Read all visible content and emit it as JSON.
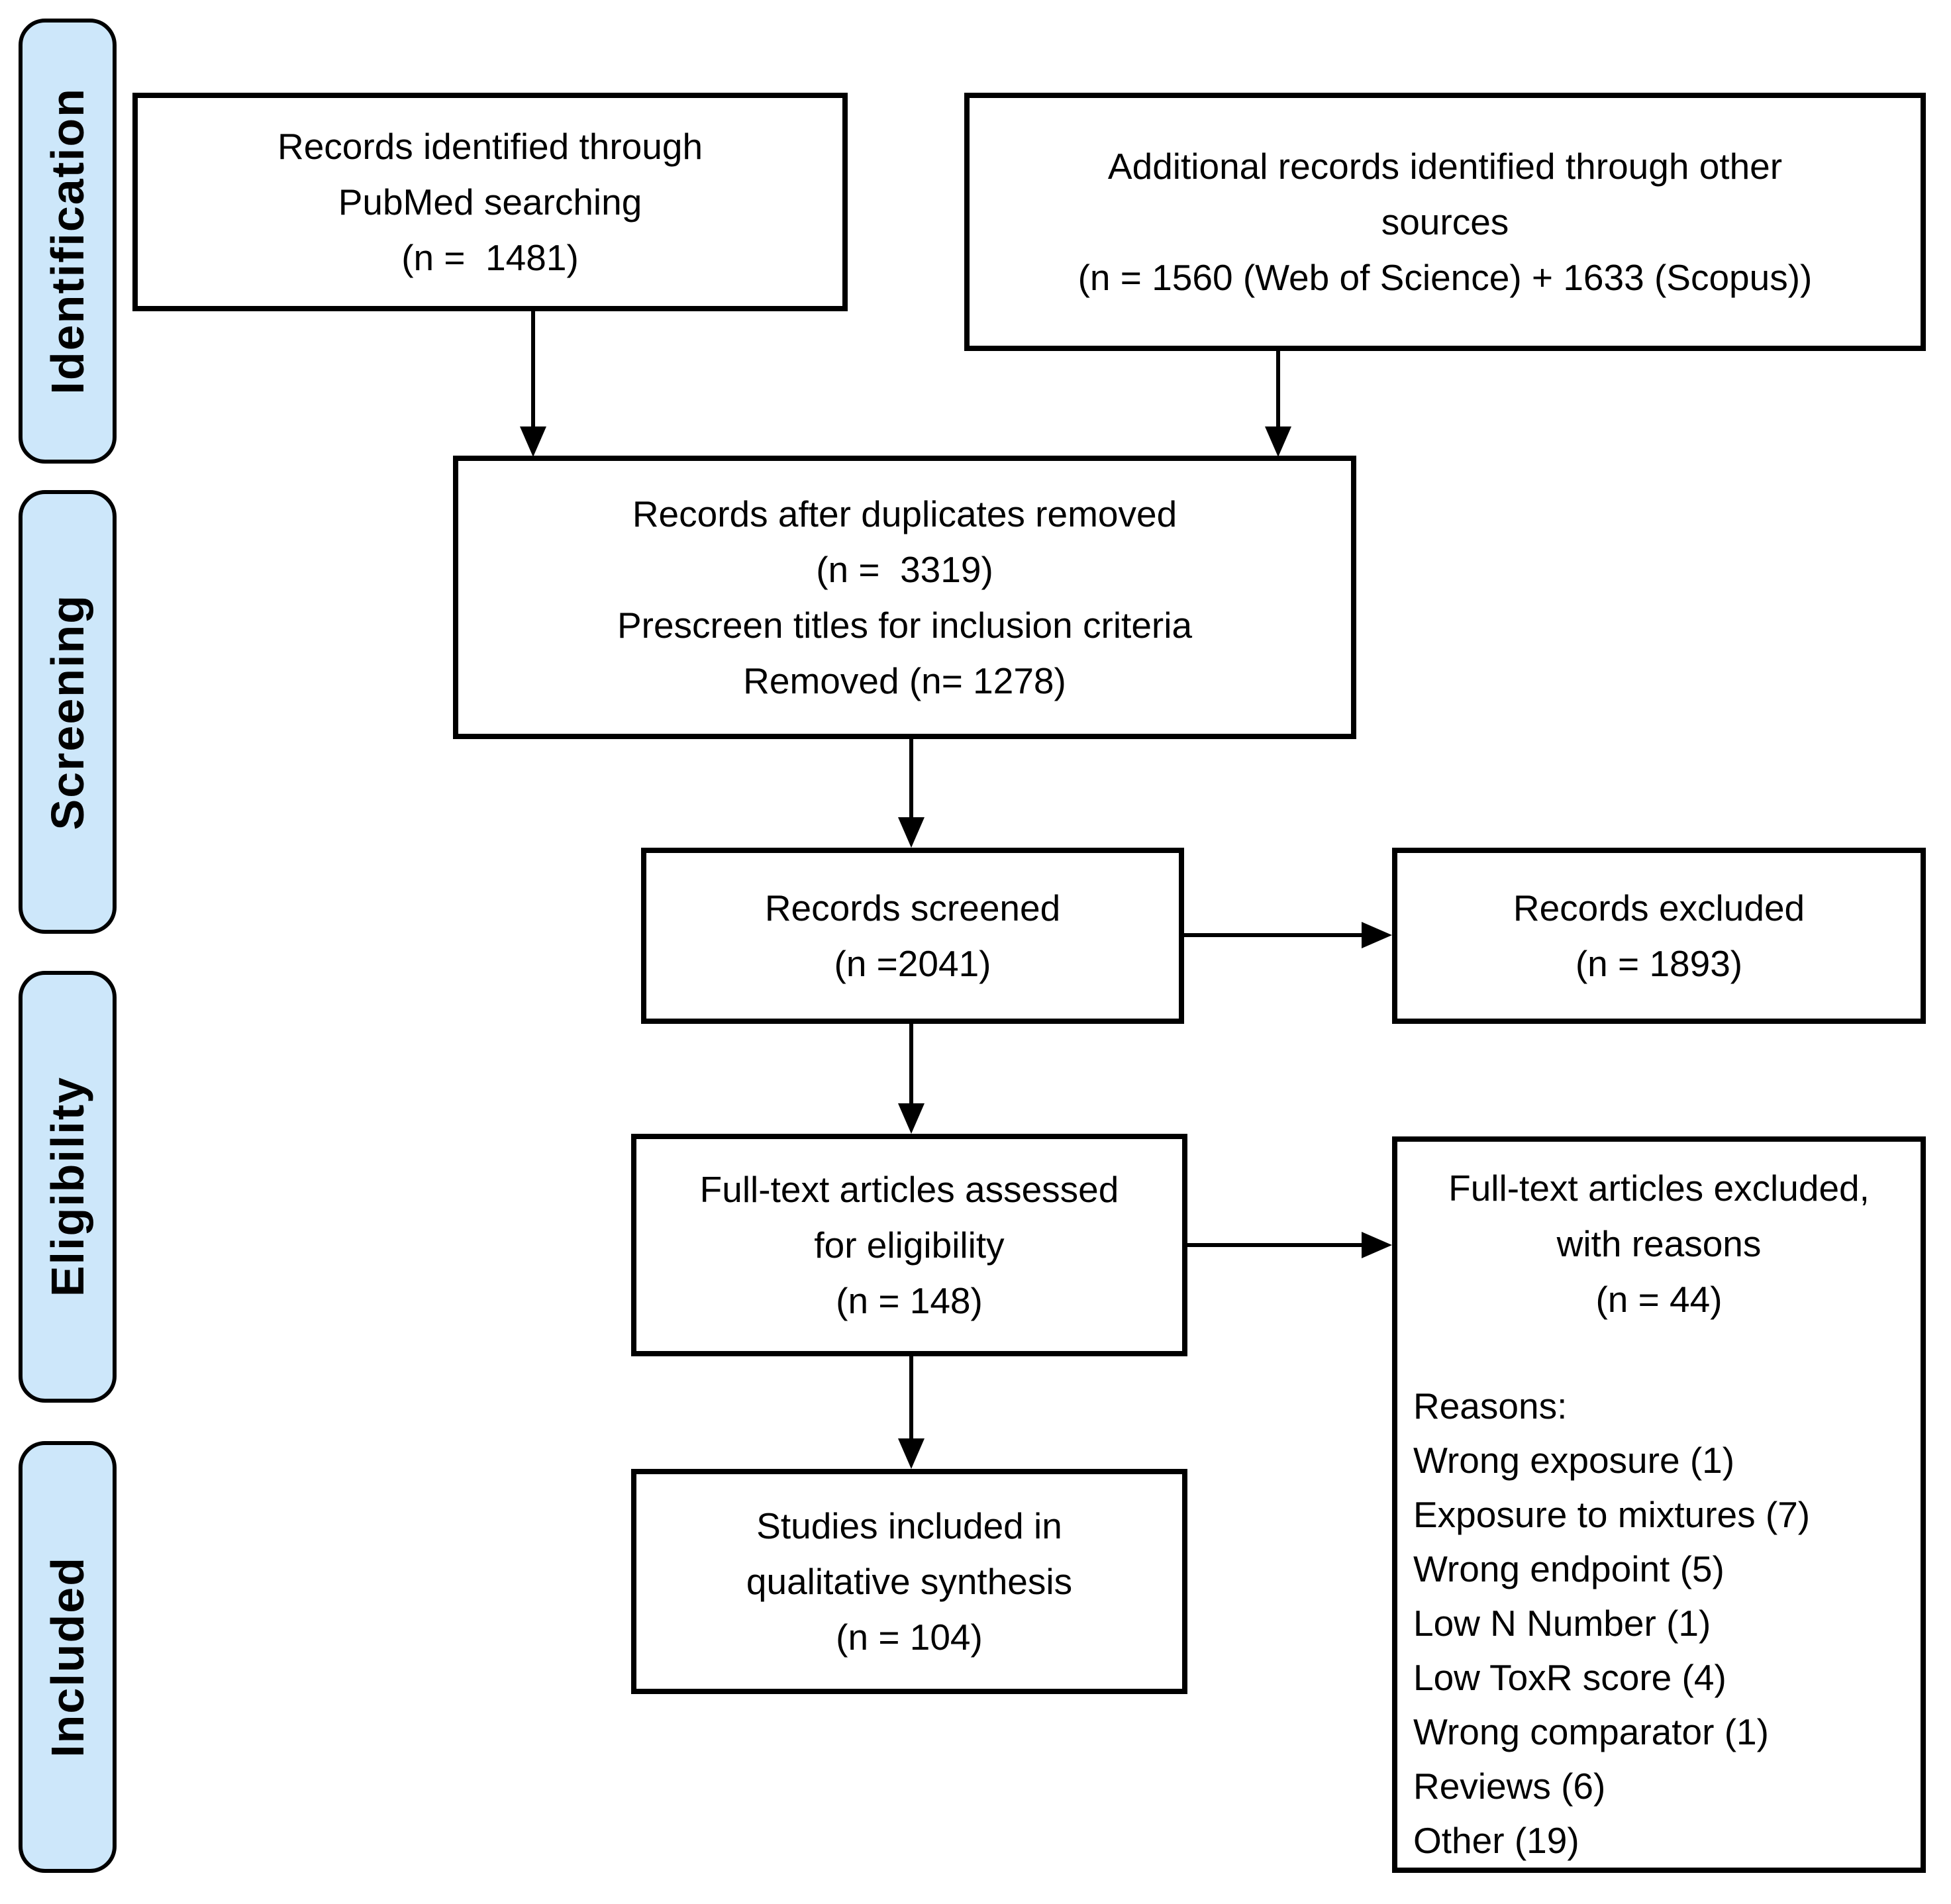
{
  "colors": {
    "stage_fill": "#cde7fa",
    "box_fill": "#ffffff",
    "stroke": "#000000"
  },
  "sidebar": {
    "stages": [
      {
        "label": "Identification"
      },
      {
        "label": "Screening"
      },
      {
        "label": "Eligibility"
      },
      {
        "label": "Included"
      }
    ]
  },
  "boxes": {
    "pubmed": {
      "lines": [
        "Records identified through",
        "PubMed searching",
        "(n =  1481)"
      ]
    },
    "additional": {
      "lines": [
        "Additional records identified through other",
        "sources",
        "(n = 1560 (Web of Science) + 1633 (Scopus))"
      ]
    },
    "duplicates": {
      "lines": [
        "Records after duplicates removed",
        "(n =  3319)",
        "Prescreen titles for inclusion criteria",
        "Removed (n= 1278)"
      ]
    },
    "screened": {
      "lines": [
        "Records screened",
        "(n =2041)"
      ]
    },
    "excluded": {
      "lines": [
        "Records excluded",
        "(n = 1893)"
      ]
    },
    "fulltext": {
      "lines": [
        "Full-text articles assessed",
        "for eligibility",
        "(n = 148)"
      ]
    },
    "reasons": {
      "header_lines": [
        "Full-text articles excluded,",
        "with reasons",
        "(n = 44)"
      ],
      "items": [
        "Reasons:",
        "Wrong exposure (1)",
        "Exposure to mixtures (7)",
        "Wrong endpoint (5)",
        "Low N Number (1)",
        "Low ToxR score (4)",
        "Wrong comparator (1)",
        "Reviews (6)",
        "Other (19)"
      ]
    },
    "qualitative": {
      "lines": [
        "Studies included in",
        "qualitative synthesis",
        "(n = 104)"
      ]
    }
  }
}
